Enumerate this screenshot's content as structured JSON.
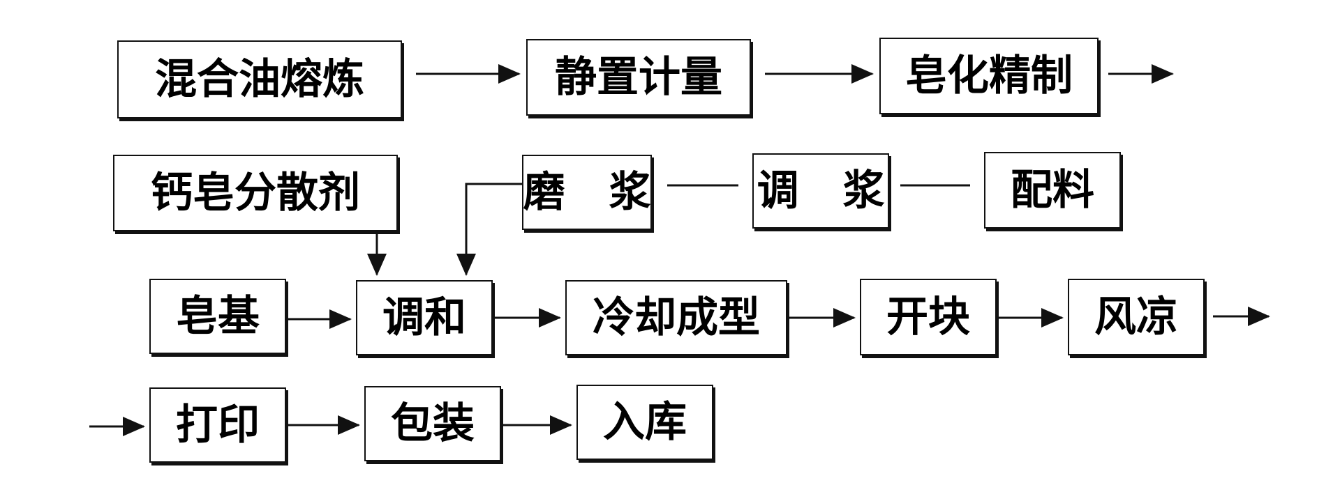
{
  "flow": {
    "row1": {
      "melting": "混合油熔炼",
      "settling": "静置计量",
      "saponification": "皂化精制"
    },
    "row2": {
      "dispersant": "钙皂分散剂",
      "grinding": "磨 浆",
      "mixing_slurry": "调 浆",
      "batching": "配料"
    },
    "row3": {
      "soap_base": "皂基",
      "blending": "调和",
      "cooling": "冷却成型",
      "cutting": "开块",
      "air_drying": "风凉"
    },
    "row4": {
      "printing": "打印",
      "packaging": "包装",
      "storage": "入库"
    }
  },
  "colors": {
    "line": "#111111",
    "box_border": "#111111",
    "background": "#ffffff"
  }
}
